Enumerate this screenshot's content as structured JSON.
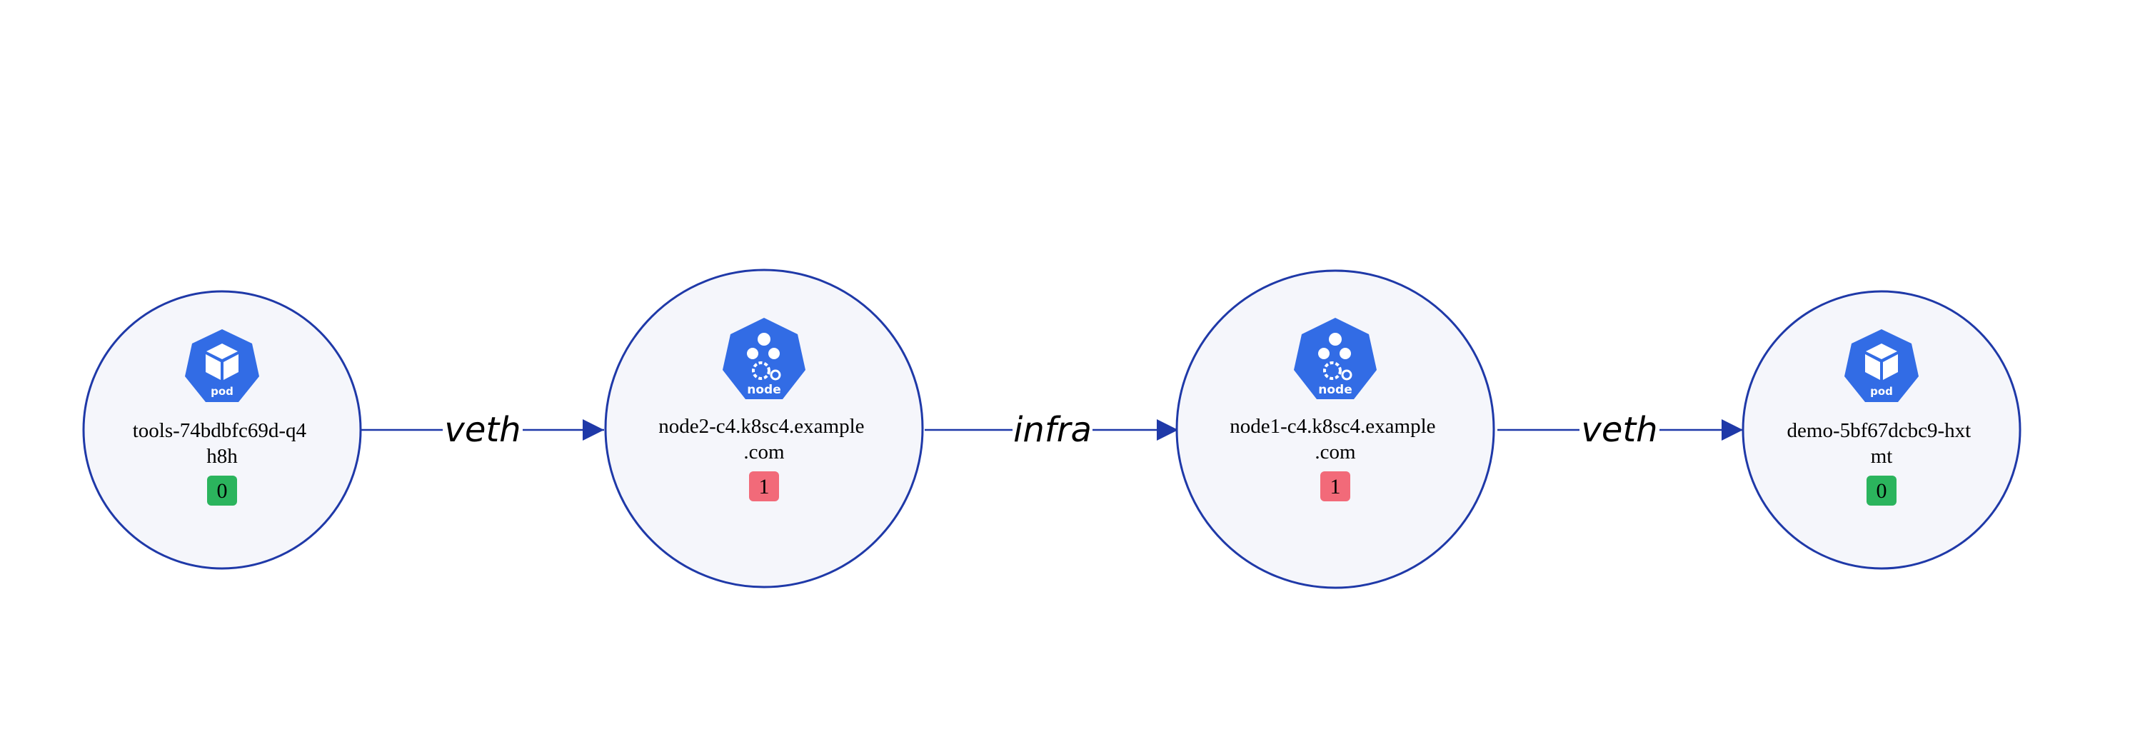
{
  "colors": {
    "accent": "#1f39a8",
    "node_fill": "#f5f6fb",
    "icon_blue": "#326ce5",
    "badge_ok": "#2bb45d",
    "badge_alert": "#f26a79"
  },
  "nodes": [
    {
      "id": "pod-tools",
      "kind": "pod",
      "icon": "kubernetes-pod-icon",
      "icon_caption": "pod",
      "label_lines": [
        "tools-74bdbfc69d-q4",
        "h8h"
      ],
      "badge": "0",
      "badge_status": "ok"
    },
    {
      "id": "node2",
      "kind": "node",
      "icon": "kubernetes-node-icon",
      "icon_caption": "node",
      "label_lines": [
        "node2-c4.k8sc4.example",
        ".com"
      ],
      "badge": "1",
      "badge_status": "alert"
    },
    {
      "id": "node1",
      "kind": "node",
      "icon": "kubernetes-node-icon",
      "icon_caption": "node",
      "label_lines": [
        "node1-c4.k8sc4.example",
        ".com"
      ],
      "badge": "1",
      "badge_status": "alert"
    },
    {
      "id": "pod-demo",
      "kind": "pod",
      "icon": "kubernetes-pod-icon",
      "icon_caption": "pod",
      "label_lines": [
        "demo-5bf67dcbc9-hxt",
        "mt"
      ],
      "badge": "0",
      "badge_status": "ok"
    }
  ],
  "edges": [
    {
      "from": "pod-tools",
      "to": "node2",
      "label": "veth",
      "arrow": "end"
    },
    {
      "from": "node2",
      "to": "node1",
      "label": "infra",
      "arrow": "end"
    },
    {
      "from": "node1",
      "to": "pod-demo",
      "label": "veth",
      "arrow": "end"
    }
  ]
}
